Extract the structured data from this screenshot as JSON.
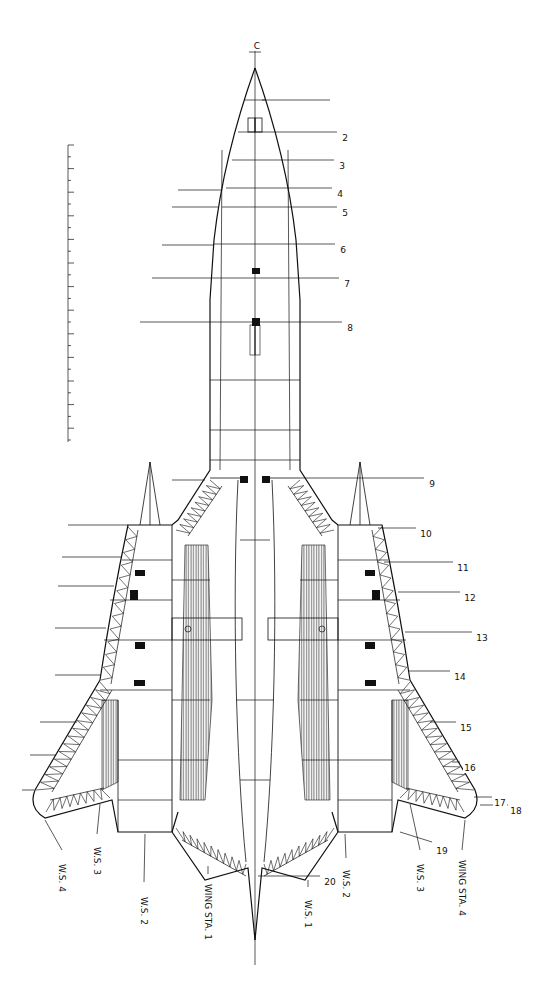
{
  "diagram": {
    "labels": [
      "C",
      "2",
      "3",
      "4",
      "5",
      "6",
      "7",
      "8",
      "9",
      "10",
      "11",
      "12",
      "13",
      "14",
      "15",
      "16",
      "17",
      "18",
      "19",
      "20",
      "W.S. 4",
      "W.S. 3",
      "W.S. 2",
      "WING STA. 1",
      "W.S. 1",
      "W.S. 2",
      "W.S. 3",
      "WING STA. 4"
    ]
  }
}
